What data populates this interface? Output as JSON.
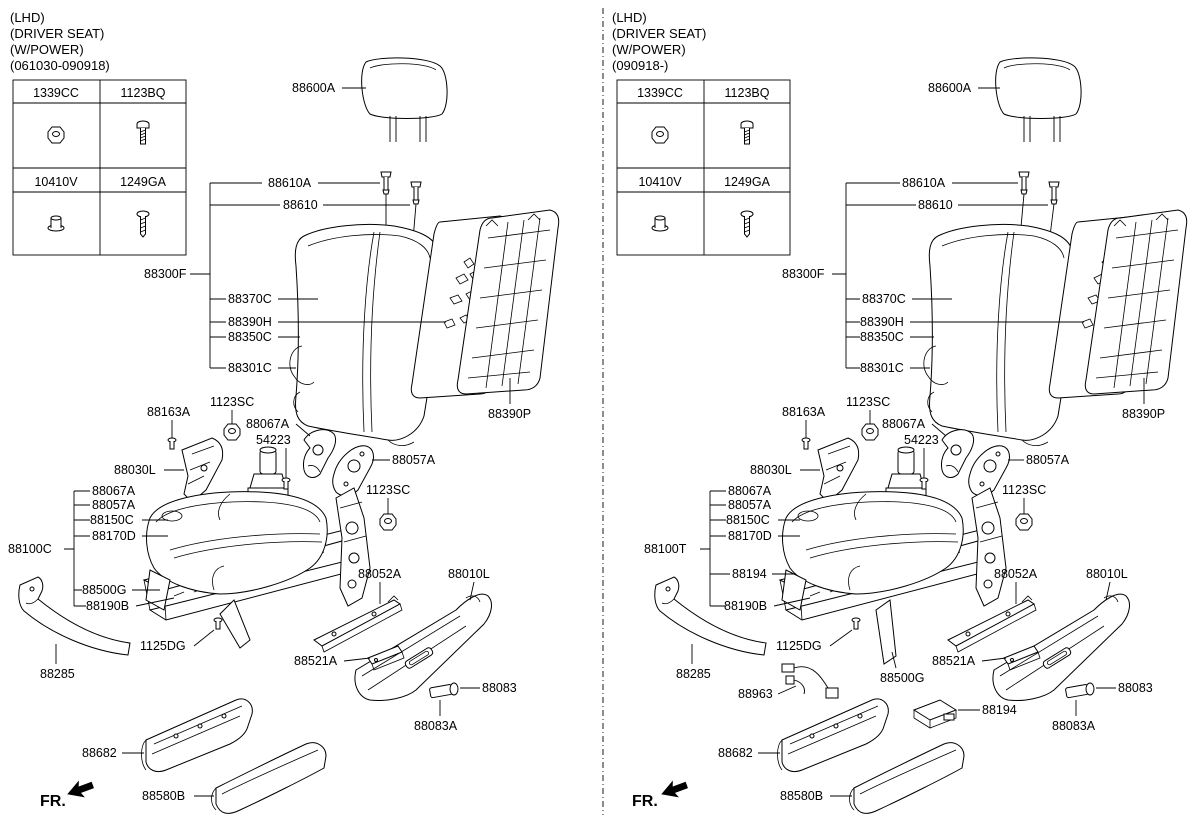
{
  "left": {
    "header": [
      "(LHD)",
      "(DRIVER SEAT)",
      "(W/POWER)",
      "(061030-090918)"
    ],
    "fasteners": [
      "1339CC",
      "1123BQ",
      "10410V",
      "1249GA"
    ],
    "labels": {
      "headrest": "88600A",
      "guide_a": "88610A",
      "guide": "88610",
      "back_assy": "88300F",
      "back_cover": "88370C",
      "back_h": "88390H",
      "back_pad": "88350C",
      "back_frame_c": "88301C",
      "back_frame": "88390P",
      "shield_bracket": "88163A",
      "sc1": "1123SC",
      "recl_cover": "88067A",
      "motor": "54223",
      "shield_l": "88030L",
      "shield_a": "88057A",
      "sc2": "1123SC",
      "cush_a": "88067A",
      "cush_b": "88057A",
      "cush_c": "88150C",
      "cush_d": "88170D",
      "cush_assy": "88100C",
      "cush_g": "88500G",
      "cush_b2": "88190B",
      "side_cover": "88052A",
      "outer_shield": "88010L",
      "front_trim": "88285",
      "bolt": "1125DG",
      "switch": "88521A",
      "knob": "88083",
      "knob_a": "88083A",
      "lower_a": "88682",
      "lower_b": "88580B",
      "fr": "FR."
    }
  },
  "right": {
    "header": [
      "(LHD)",
      "(DRIVER SEAT)",
      "(W/POWER)",
      "(090918-)"
    ],
    "fasteners": [
      "1339CC",
      "1123BQ",
      "10410V",
      "1249GA"
    ],
    "labels": {
      "headrest": "88600A",
      "guide_a": "88610A",
      "guide": "88610",
      "back_assy": "88300F",
      "back_cover": "88370C",
      "back_h": "88390H",
      "back_pad": "88350C",
      "back_frame_c": "88301C",
      "back_frame": "88390P",
      "shield_bracket": "88163A",
      "sc1": "1123SC",
      "recl_cover": "88067A",
      "motor": "54223",
      "shield_l": "88030L",
      "shield_a": "88057A",
      "sc2": "1123SC",
      "cush_a": "88067A",
      "cush_b": "88057A",
      "cush_c": "88150C",
      "cush_d": "88170D",
      "cush_assy": "88100T",
      "cush_194": "88194",
      "cush_b2": "88190B",
      "side_cover": "88052A",
      "outer_shield": "88010L",
      "front_trim": "88285",
      "bolt": "1125DG",
      "cush_g": "88500G",
      "switch": "88521A",
      "knob": "88083",
      "harness": "88963",
      "module": "88194",
      "knob_a": "88083A",
      "lower_a": "88682",
      "lower_b": "88580B",
      "fr": "FR."
    }
  }
}
